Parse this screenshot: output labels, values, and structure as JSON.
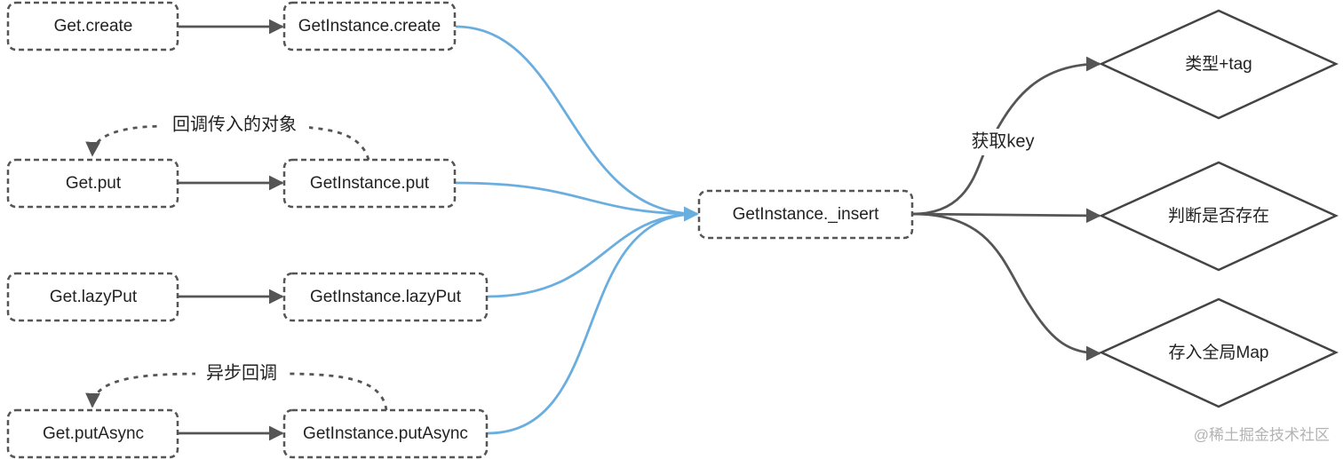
{
  "nodes": {
    "get_create": "Get.create",
    "instance_create": "GetInstance.create",
    "get_put": "Get.put",
    "instance_put": "GetInstance.put",
    "get_lazyput": "Get.lazyPut",
    "instance_lazyput": "GetInstance.lazyPut",
    "get_putasync": "Get.putAsync",
    "instance_putasync": "GetInstance.putAsync",
    "insert": "GetInstance._insert"
  },
  "decisions": {
    "type_tag": "类型+tag",
    "check_exists": "判断是否存在",
    "store_map": "存入全局Map"
  },
  "edge_labels": {
    "callback_object": "回调传入的对象",
    "async_callback": "异步回调",
    "get_key": "获取key"
  },
  "colors": {
    "dark_edge": "#555555",
    "blue_edge": "#6aaee0"
  },
  "watermark": "@稀土掘金技术社区"
}
